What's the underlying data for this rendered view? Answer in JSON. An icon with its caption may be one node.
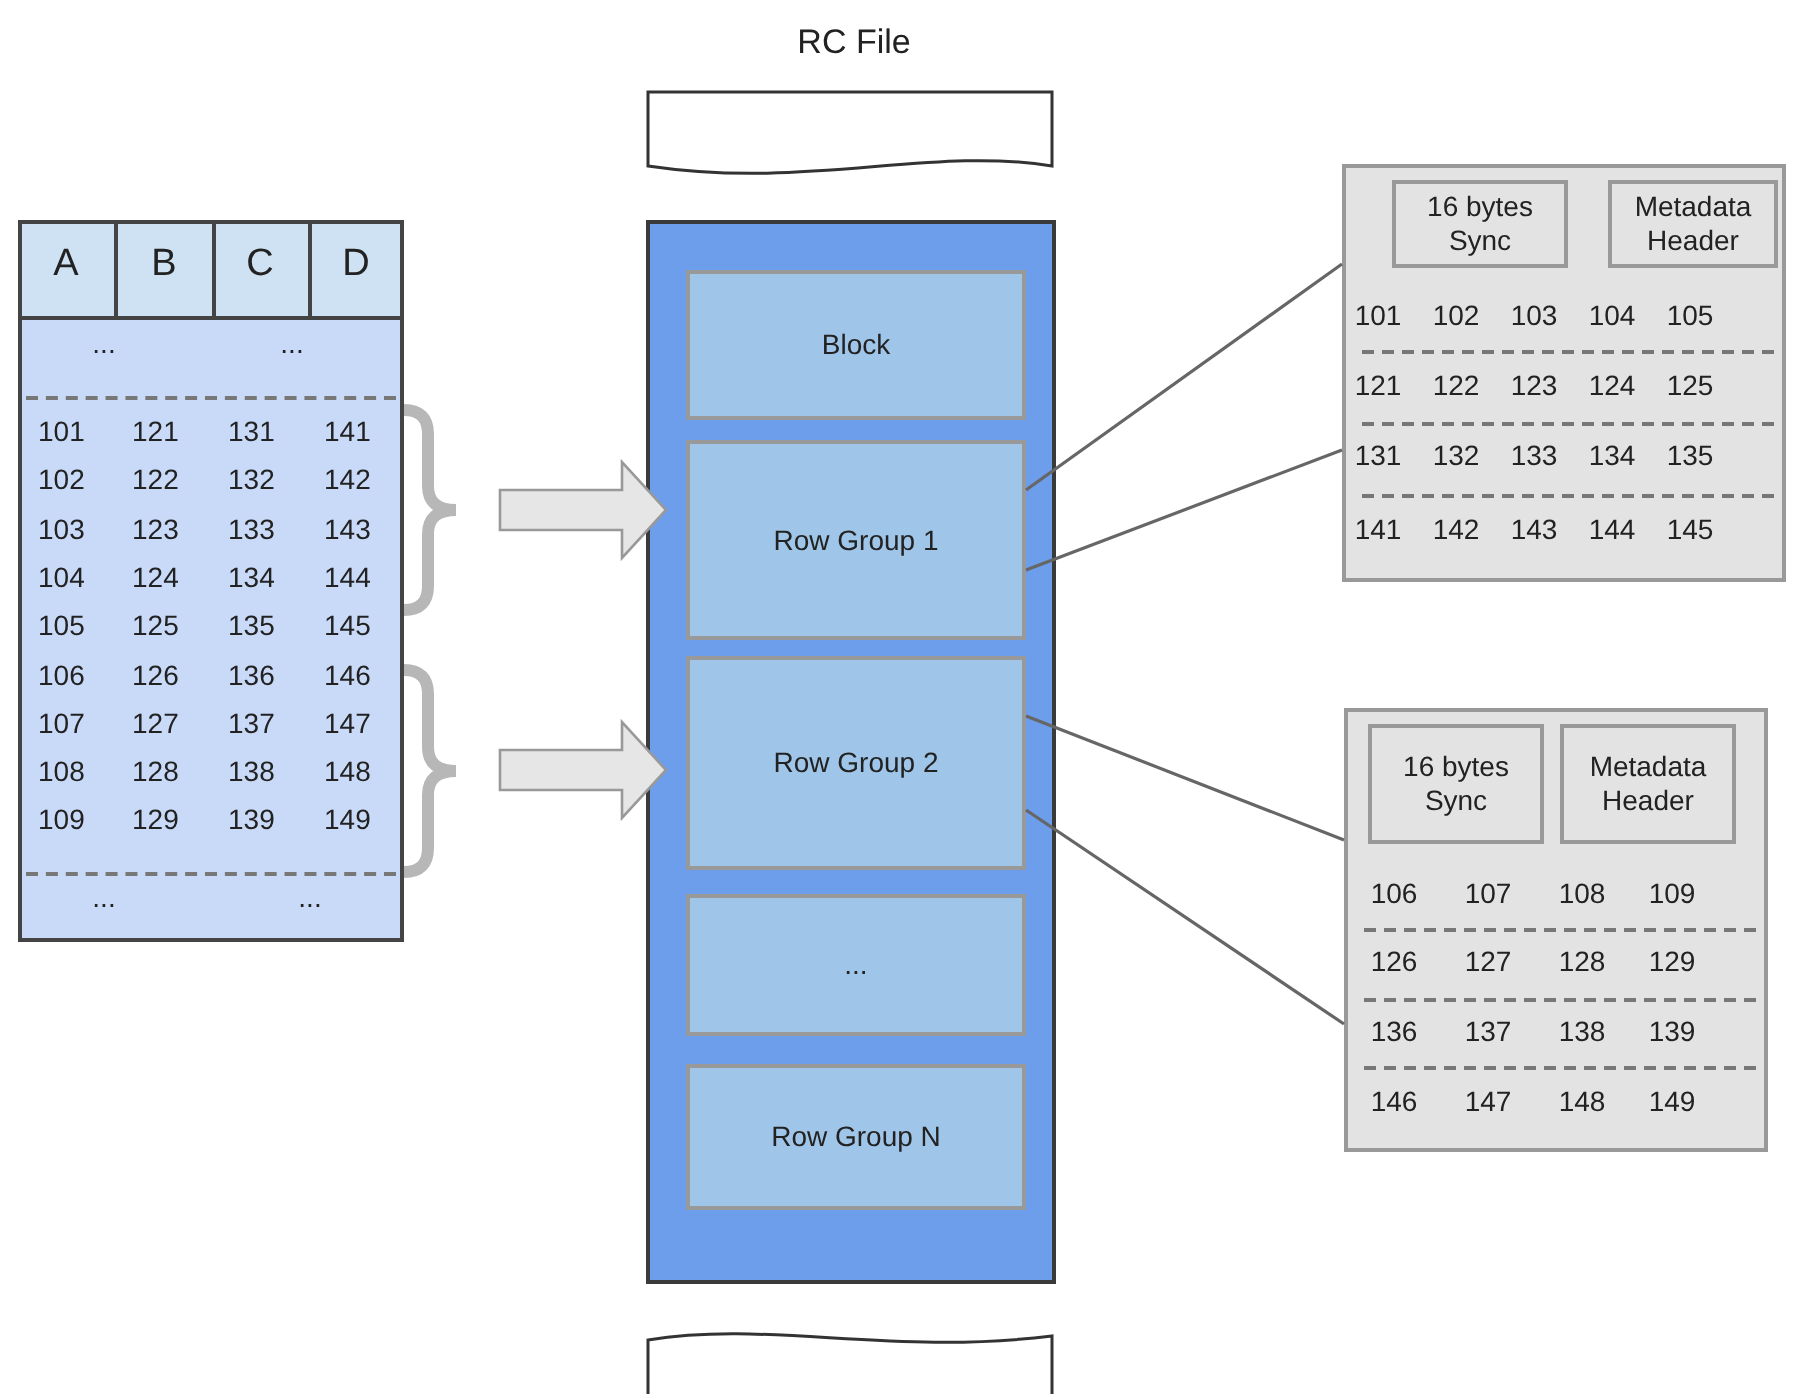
{
  "diagram": {
    "title": "RC File",
    "nodes": [
      {
        "text": [
          "A",
          "B",
          "C",
          "D",
          "...",
          "...",
          "101",
          "121",
          "131",
          "141",
          "102",
          "122",
          "132",
          "142",
          "103",
          "123",
          "133",
          "143",
          "104",
          "124",
          "134",
          "144",
          "105",
          "125",
          "135",
          "145",
          "106",
          "126",
          "136",
          "146",
          "107",
          "127",
          "137",
          "147",
          "108",
          "128",
          "138",
          "148",
          "109",
          "129",
          "139",
          "149",
          "...",
          "..."
        ]
      },
      {
        "text": [],
        "shape": "box"
      },
      {
        "text": [],
        "shape": "box"
      },
      {
        "text": [
          "Block"
        ],
        "in": 2
      },
      {
        "text": [
          "Row Group 1"
        ],
        "in": 2
      },
      {
        "text": [
          "Row Group 2"
        ],
        "in": 2
      },
      {
        "text": [
          "..."
        ],
        "in": 2
      },
      {
        "text": [
          "Row Group N"
        ],
        "in": 2
      },
      {
        "text": [],
        "shape": "box"
      },
      {
        "text": [
          "101",
          "102",
          "103",
          "104",
          "105",
          "121",
          "122",
          "123",
          "124",
          "125",
          "131",
          "132",
          "133",
          "134",
          "135",
          "141",
          "142",
          "143",
          "144",
          "145"
        ]
      },
      {
        "text": [
          "16 bytes Sync"
        ],
        "in": 9
      },
      {
        "text": [
          "Metadata Header"
        ],
        "in": 9
      },
      {
        "text": [
          "106",
          "107",
          "108",
          "109",
          "126",
          "127",
          "128",
          "129",
          "136",
          "137",
          "138",
          "139",
          "146",
          "147",
          "148",
          "149"
        ]
      },
      {
        "text": [
          "16 bytes Sync"
        ],
        "in": 12
      },
      {
        "text": [
          "Metadata Header"
        ],
        "in": 12
      }
    ],
    "edges": [
      {
        "from": 0,
        "to": 4,
        "arrow": "to"
      },
      {
        "from": 0,
        "to": 5,
        "arrow": "to"
      },
      {
        "from": 4,
        "to": 9,
        "arrow": "none"
      },
      {
        "from": 4,
        "to": 9,
        "arrow": "none"
      },
      {
        "from": 5,
        "to": 12,
        "arrow": "none"
      },
      {
        "from": 5,
        "to": 12,
        "arrow": "none"
      }
    ]
  }
}
